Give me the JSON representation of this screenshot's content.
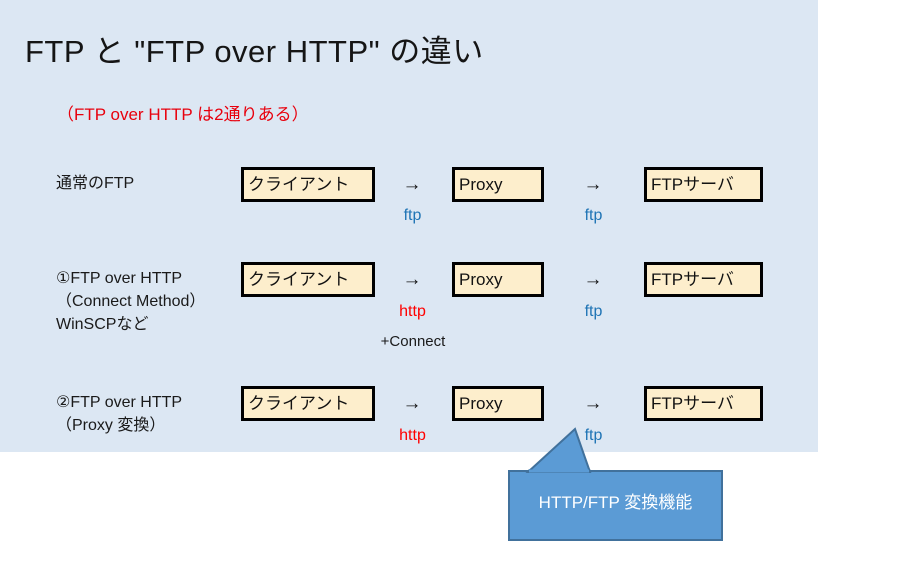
{
  "slide": {
    "title": "FTP と \"FTP over HTTP\" の違い",
    "subtitle": "（FTP over HTTP は2通りある）",
    "background_color": "#dce7f3",
    "canvas_color": "#ffffff"
  },
  "colors": {
    "panel": "#dce7f3",
    "box_fill": "#fdeecc",
    "box_border": "#000000",
    "ftp_label": "#1f74b5",
    "http_label": "#ff0000",
    "subtitle": "#e8000d",
    "callout_fill": "#5b9bd5",
    "callout_border": "#41719c",
    "callout_text": "#ffffff"
  },
  "rows": [
    {
      "label_lines": [
        "通常のFTP"
      ],
      "nodes": [
        {
          "text": "クライアント"
        },
        {
          "text": "Proxy"
        },
        {
          "text": "FTPサーバ"
        }
      ],
      "links": [
        {
          "arrow": "→",
          "protocol": "ftp",
          "protocol_kind": "ftp",
          "extra": ""
        },
        {
          "arrow": "→",
          "protocol": "ftp",
          "protocol_kind": "ftp",
          "extra": ""
        }
      ]
    },
    {
      "label_lines": [
        "①FTP over HTTP",
        "（Connect Method）",
        "WinSCPなど"
      ],
      "nodes": [
        {
          "text": "クライアント"
        },
        {
          "text": "Proxy"
        },
        {
          "text": "FTPサーバ"
        }
      ],
      "links": [
        {
          "arrow": "→",
          "protocol": "http",
          "protocol_kind": "http",
          "extra": "+Connect"
        },
        {
          "arrow": "→",
          "protocol": "ftp",
          "protocol_kind": "ftp",
          "extra": ""
        }
      ]
    },
    {
      "label_lines": [
        "②FTP over HTTP",
        "（Proxy 変換）"
      ],
      "nodes": [
        {
          "text": "クライアント"
        },
        {
          "text": "Proxy"
        },
        {
          "text": "FTPサーバ"
        }
      ],
      "links": [
        {
          "arrow": "→",
          "protocol": "http",
          "protocol_kind": "http",
          "extra": ""
        },
        {
          "arrow": "→",
          "protocol": "ftp",
          "protocol_kind": "ftp",
          "extra": ""
        }
      ]
    }
  ],
  "callout": {
    "text": "HTTP/FTP 変換機能",
    "points_at": "Proxy"
  }
}
